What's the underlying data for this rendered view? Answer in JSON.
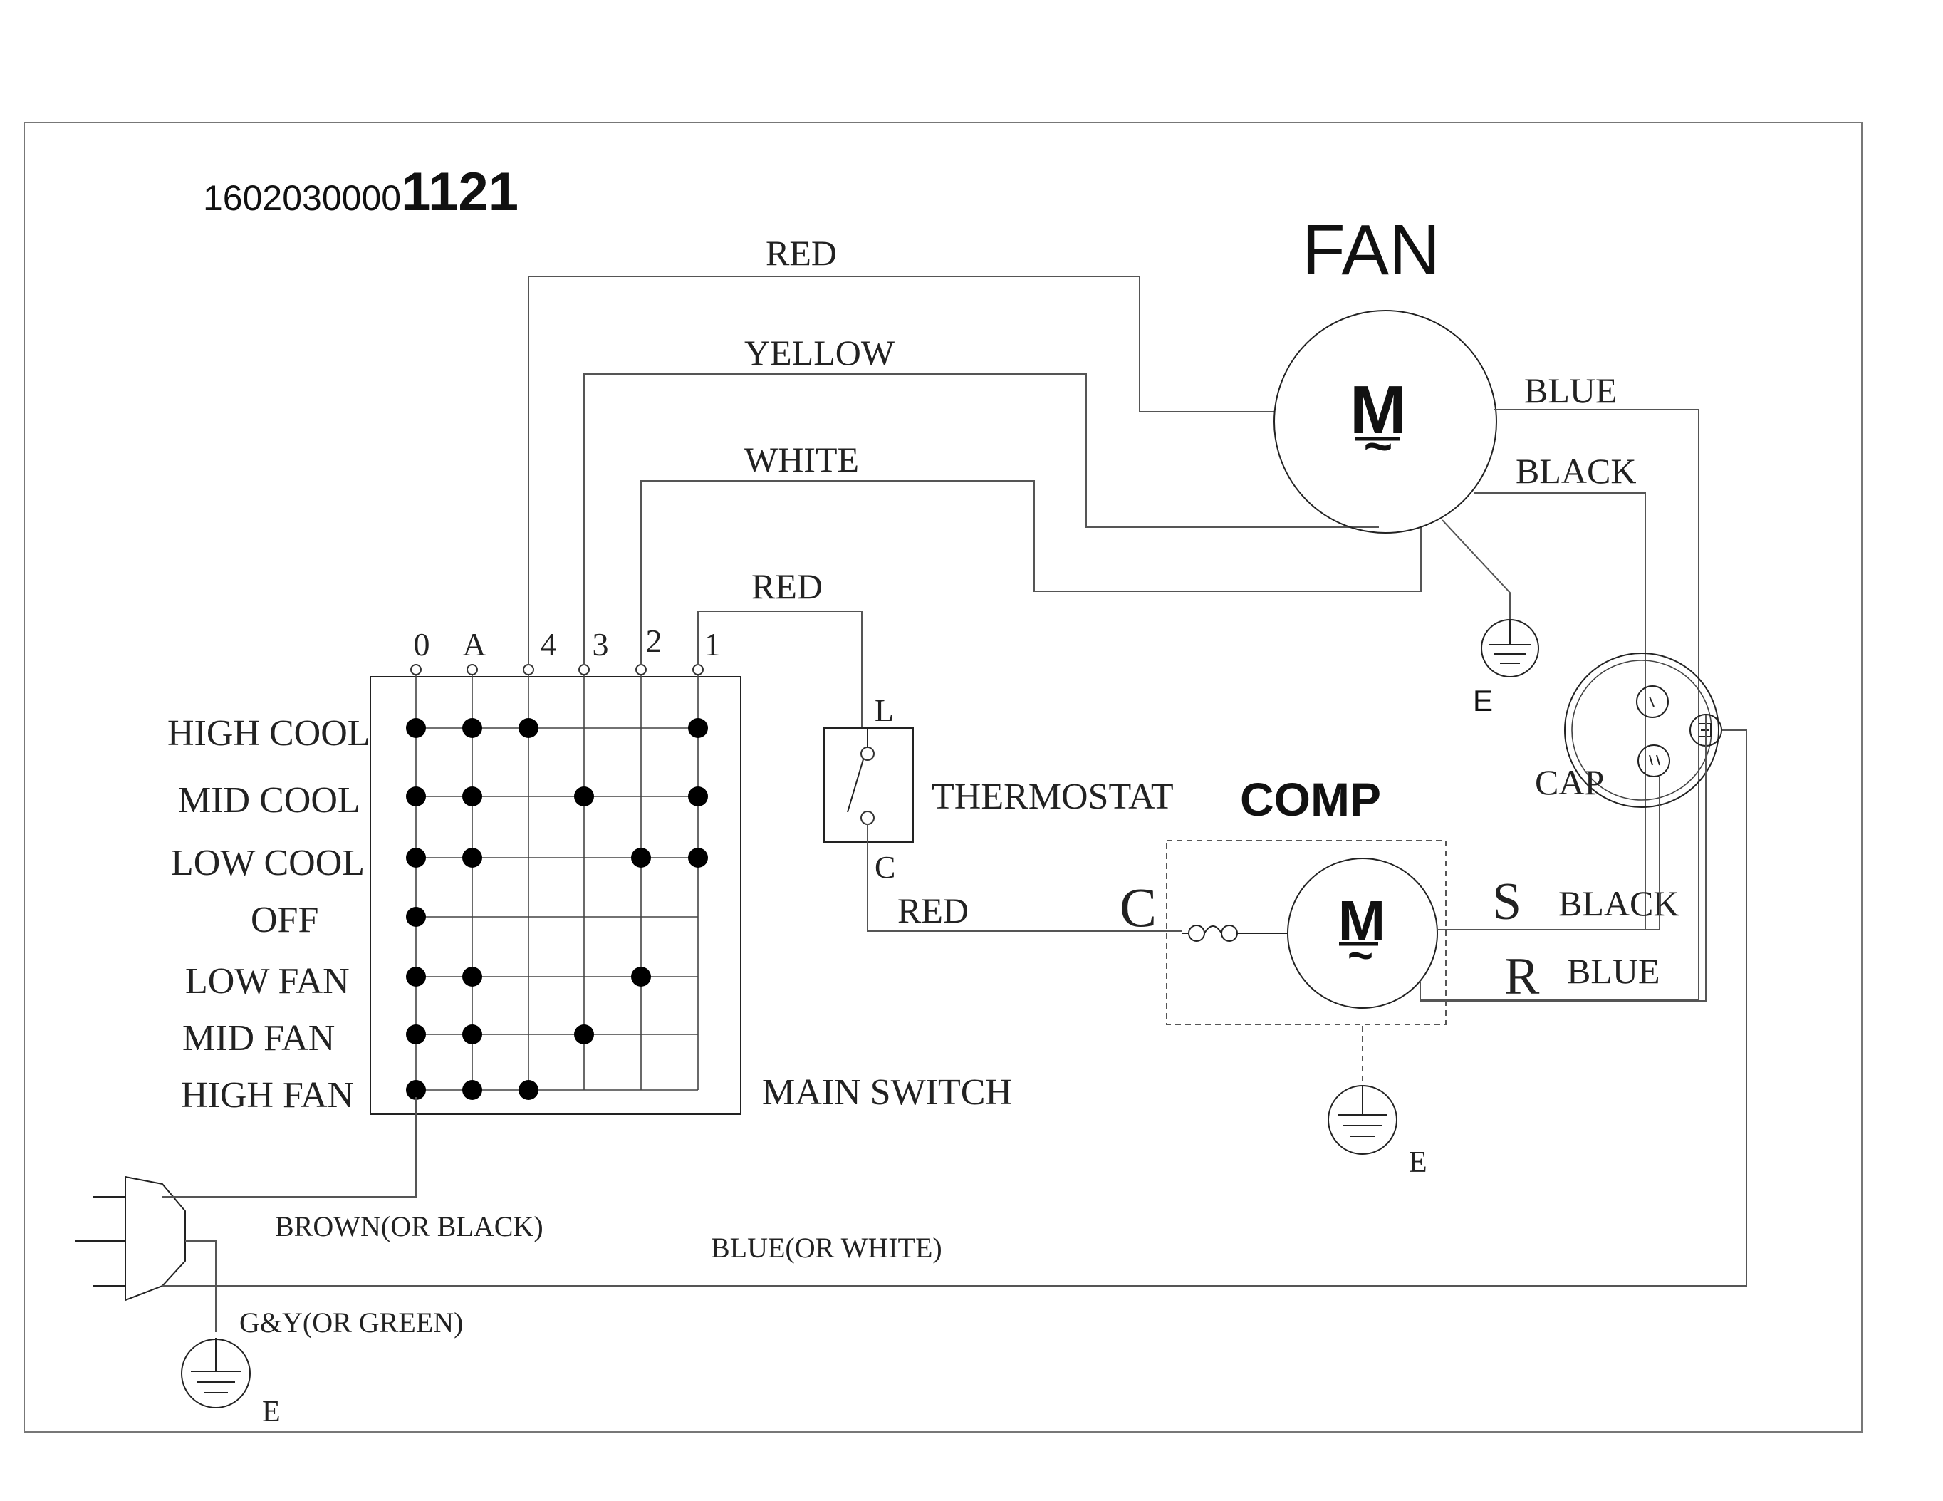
{
  "diagram": {
    "part_number_prefix": "160203000",
    "part_number_suffix": "0",
    "part_number_bold": "1121",
    "fan_title": "FAN",
    "comp_title": "COMP",
    "motor_symbol": "M",
    "motor_tilde": "~",
    "ground_label": "E",
    "cap_label": "CAP",
    "thermostat_label": "THERMOSTAT",
    "thermostat_terminal_top": "L",
    "thermostat_terminal_bottom": "C",
    "comp_terminal_c": "C",
    "comp_terminal_s": "S",
    "comp_terminal_r": "R",
    "main_switch_label": "MAIN SWITCH",
    "switch_terminals": [
      "0",
      "A",
      "4",
      "3",
      "2",
      "1"
    ],
    "switch_positions": [
      "HIGH COOL",
      "MID COOL",
      "LOW COOL",
      "OFF",
      "LOW FAN",
      "MID FAN",
      "HIGH FAN"
    ],
    "wires": {
      "red_top": "RED",
      "yellow": "YELLOW",
      "white": "WHITE",
      "red_thermostat": "RED",
      "red_comp": "RED",
      "fan_blue": "BLUE",
      "fan_black": "BLACK",
      "comp_black": "BLACK",
      "comp_blue": "BLUE",
      "brown": "BROWN(OR BLACK)",
      "blue_white": "BLUE(OR WHITE)",
      "green": "G&Y(OR GREEN)"
    }
  }
}
